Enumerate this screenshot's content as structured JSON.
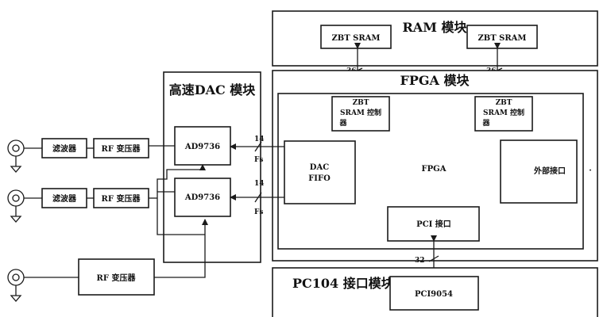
{
  "blocks": {
    "ram_module": "RAM 模块",
    "fpga_module": "FPGA 模块",
    "dac_module": "高速DAC 模块",
    "pc104_module": "PC104 接口模块"
  },
  "components": {
    "zbt_sram_1": "ZBT SRAM",
    "zbt_sram_2": "ZBT SRAM",
    "zbt_ctrl_1": [
      "ZBT",
      "SRAM 控制",
      "器"
    ],
    "zbt_ctrl_2": [
      "ZBT",
      "SRAM 控制",
      "器"
    ],
    "dac_fifo": [
      "DAC",
      "FIFO"
    ],
    "fpga_core": "FPGA",
    "ext_interface": "外部接口",
    "pci_interface": "PCI 接口",
    "ad9736_1": "AD9736",
    "ad9736_2": "AD9736",
    "filter_1": "滤波器",
    "filter_2": "滤波器",
    "rf_transformer_1": "RF 变压器",
    "rf_transformer_2": "RF 变压器",
    "rf_transformer_3": "RF 变压器",
    "pci9054": "PCI9054"
  },
  "bus_labels": {
    "ram_bus_1": "36",
    "ram_bus_2": "36",
    "dac_bus_1": "14",
    "dac_bus_2": "14",
    "clk_1": "Fs",
    "clk_2": "Fs",
    "pci_bus": "32"
  }
}
